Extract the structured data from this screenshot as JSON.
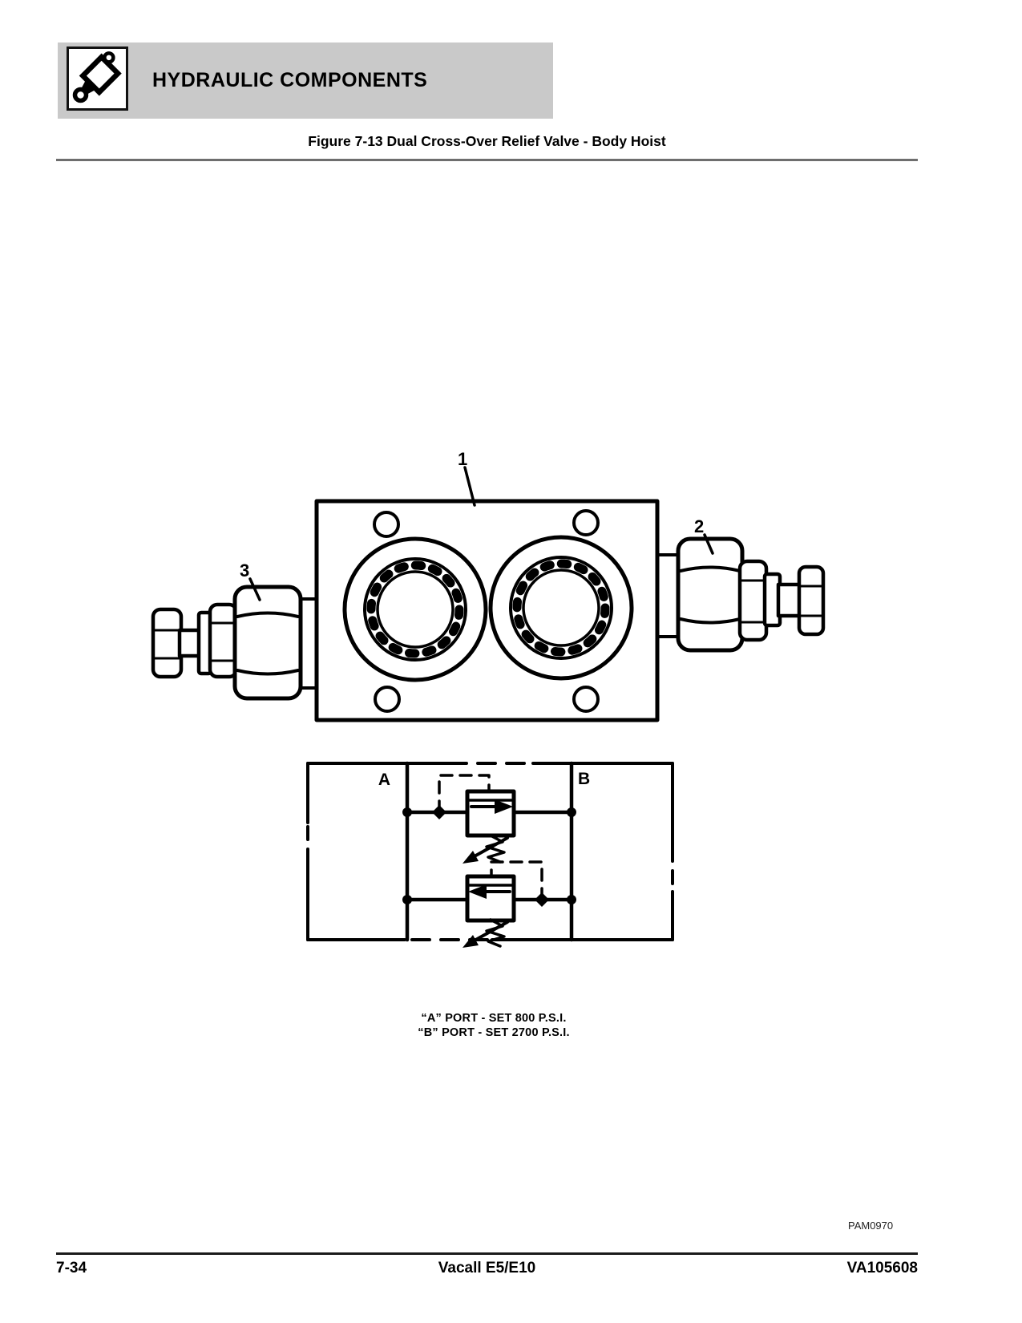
{
  "header": {
    "title": "HYDRAULIC COMPONENTS"
  },
  "figure": {
    "title": "Figure 7-13 Dual Cross-Over Relief Valve - Body Hoist",
    "code": "PAM0970"
  },
  "drawing": {
    "callout_1": "1",
    "callout_2": "2",
    "callout_3": "3"
  },
  "schematic": {
    "port_a_label": "A",
    "port_b_label": "B"
  },
  "caption": {
    "line_a": "“A” PORT - SET 800 P.S.I.",
    "line_b": "“B” PORT - SET 2700 P.S.I."
  },
  "footer": {
    "page_number": "7-34",
    "model": "Vacall E5/E10",
    "doc_number": "VA105608"
  },
  "colors": {
    "header_bar": "#c9c9c9",
    "title_rule": "#6e6e6e",
    "ink": "#000000",
    "paper": "#ffffff"
  }
}
